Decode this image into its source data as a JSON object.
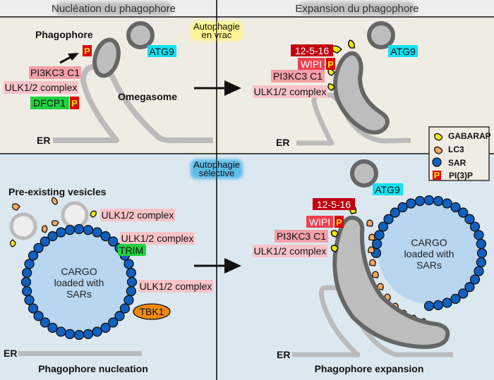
{
  "headers": {
    "left": "Nucléation du phagophore",
    "right": "Expansion du phagophore"
  },
  "mode_labels": {
    "bulk": [
      "Autophagie",
      "en vrac"
    ],
    "selective": [
      "Autophagie",
      "sélective"
    ]
  },
  "top_left": {
    "phagophore": "Phagophore",
    "pi3kc3": "PI3KC3 C1",
    "ulk": "ULK1/2 complex",
    "dfcp1": "DFCP1",
    "omegasome": "Omegasome",
    "er": "ER",
    "atg9": "ATG9",
    "p": "P"
  },
  "top_right": {
    "atg12": "12-5-16",
    "wipi": "WIPI",
    "pi3kc3": "PI3KC3 C1",
    "ulk": "ULK1/2 complex",
    "er": "ER",
    "atg9": "ATG9",
    "p": "P"
  },
  "bottom_left": {
    "vesicles": "Pre-existing vesicles",
    "ulk_a": "ULK1/2 complex",
    "ulk_b": "ULK1/2 complex",
    "trim": "TRIM",
    "ulk_c": "ULK1/2 complex",
    "tbk1": "TBK1",
    "cargo": [
      "CARGO",
      "loaded with",
      "SARs"
    ],
    "er": "ER",
    "caption": "Phagophore nucleation"
  },
  "bottom_right": {
    "atg9": "ATG9",
    "atg12": "12-5-16",
    "wipi": "WIPI",
    "pi3kc3": "PI3KC3 C1",
    "ulk": "ULK1/2 complex",
    "cargo": [
      "CARGO",
      "loaded with",
      "SARs"
    ],
    "er": "ER",
    "caption": "Phagophore expansion",
    "p": "P"
  },
  "legend": {
    "items": [
      {
        "name": "GABARAP",
        "color": "#f2ea00"
      },
      {
        "name": "LC3",
        "color": "#f5a862"
      },
      {
        "name": "SAR",
        "color": "#1060c0"
      },
      {
        "name": "PI(3)P",
        "color": "#e00000"
      }
    ],
    "p": "P"
  },
  "colors": {
    "bulk_bg": "#efede3",
    "selective_bg": "#dce8f0",
    "header_bg": "#eeeeee",
    "pink": "#f4a0a8",
    "light_pink": "#f8c4c8",
    "red": "#e01020",
    "dark_red": "#c00010",
    "green": "#20d040",
    "cyan": "#10e0f0",
    "tbk1": "#f08c10",
    "cargo_fill": "#b8d6f0"
  }
}
